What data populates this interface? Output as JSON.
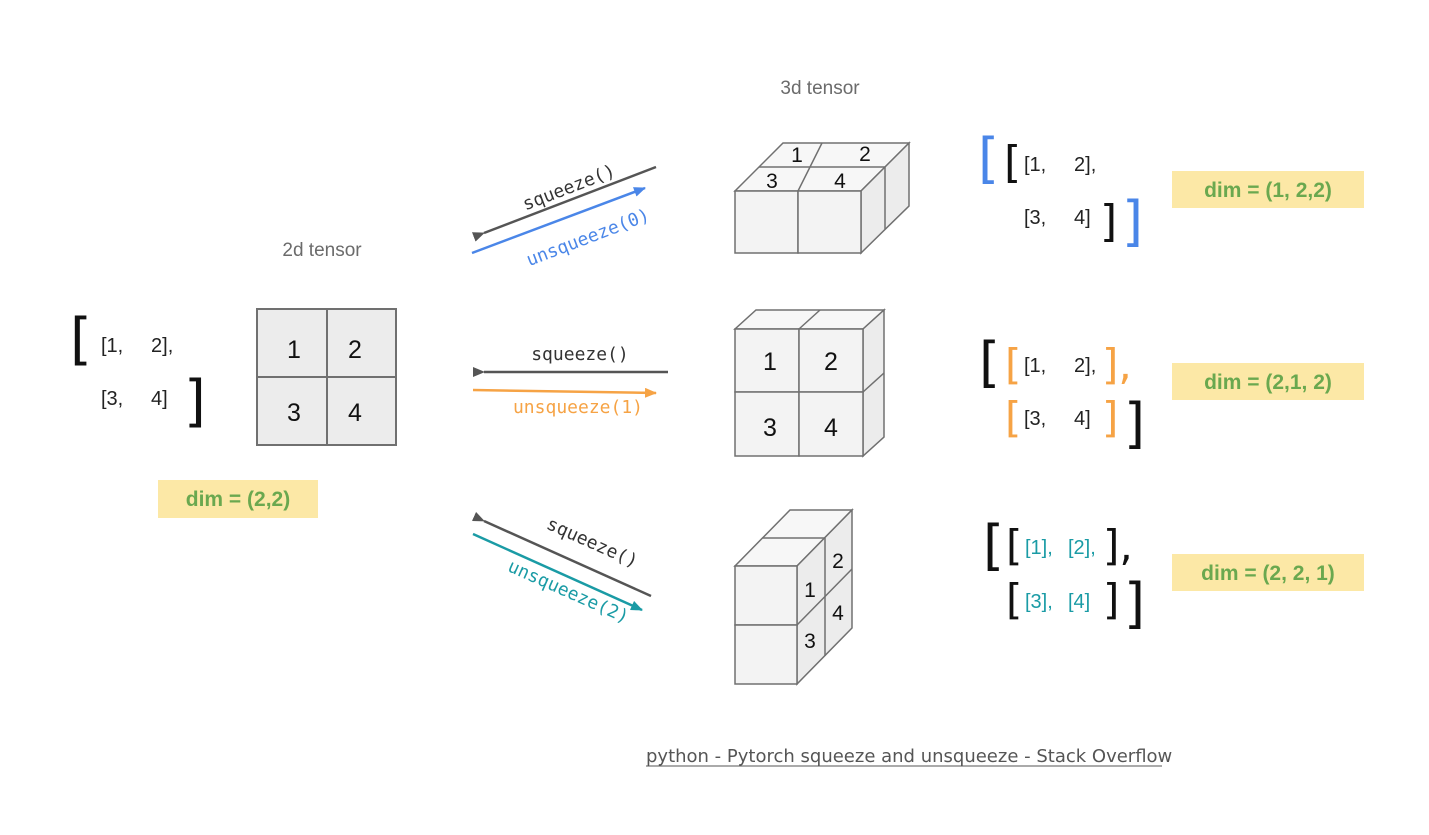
{
  "labels": {
    "tensor_2d": "2d tensor",
    "tensor_3d": "3d tensor"
  },
  "matrix_2d": {
    "row1": "[1,     2],",
    "row2": "[3,     4]",
    "open_bracket": "[",
    "close_bracket": "]",
    "dim": "dim = (2,2)"
  },
  "grid_2d": {
    "cells": [
      "1",
      "2",
      "3",
      "4"
    ]
  },
  "operations": [
    {
      "squeeze": "squeeze()",
      "unsqueeze": "unsqueeze(0)",
      "color": "#4a86e8"
    },
    {
      "squeeze": "squeeze()",
      "unsqueeze": "unsqueeze(1)",
      "color": "#f6a345"
    },
    {
      "squeeze": "squeeze()",
      "unsqueeze": "unsqueeze(2)",
      "color": "#1a9ba5"
    }
  ],
  "cubes": [
    {
      "labels": [
        "1",
        "2",
        "3",
        "4"
      ]
    },
    {
      "labels": [
        "1",
        "2",
        "3",
        "4"
      ]
    },
    {
      "labels": [
        "2",
        "1",
        "4",
        "3"
      ]
    }
  ],
  "results": [
    {
      "dim": "dim = (1, 2,2)",
      "outer_open": "[",
      "outer_close": "]",
      "inner_open": "[",
      "inner_close": "]",
      "row1": "[1,     2],",
      "row2": "[3,     4]",
      "outer_color": "#4a86e8"
    },
    {
      "dim": "dim = (2,1, 2)",
      "outer_open": "[",
      "outer_close": "]",
      "row1_open": "[",
      "row1_close": "],",
      "row2_open": "[",
      "row2_close": "]",
      "row1": "[1,     2],",
      "row2": "[3,     4]",
      "inner_color": "#f6a345"
    },
    {
      "dim": "dim = (2, 2, 1)",
      "outer_open": "[",
      "outer_close": "]",
      "row1_open": "[",
      "row1_close": "],",
      "row2_open": "[",
      "row2_close": "]",
      "row1_a": "[1],",
      "row1_b": "[2],",
      "row2_a": "[3],",
      "row2_b": "[4]",
      "inner_color": "#1a9ba5"
    }
  ],
  "source": "python - Pytorch squeeze and unsqueeze - Stack Overflow",
  "colors": {
    "dim_bg": "#fce8a6",
    "dim_text": "#6aa84f",
    "arrow_dark": "#555555"
  }
}
